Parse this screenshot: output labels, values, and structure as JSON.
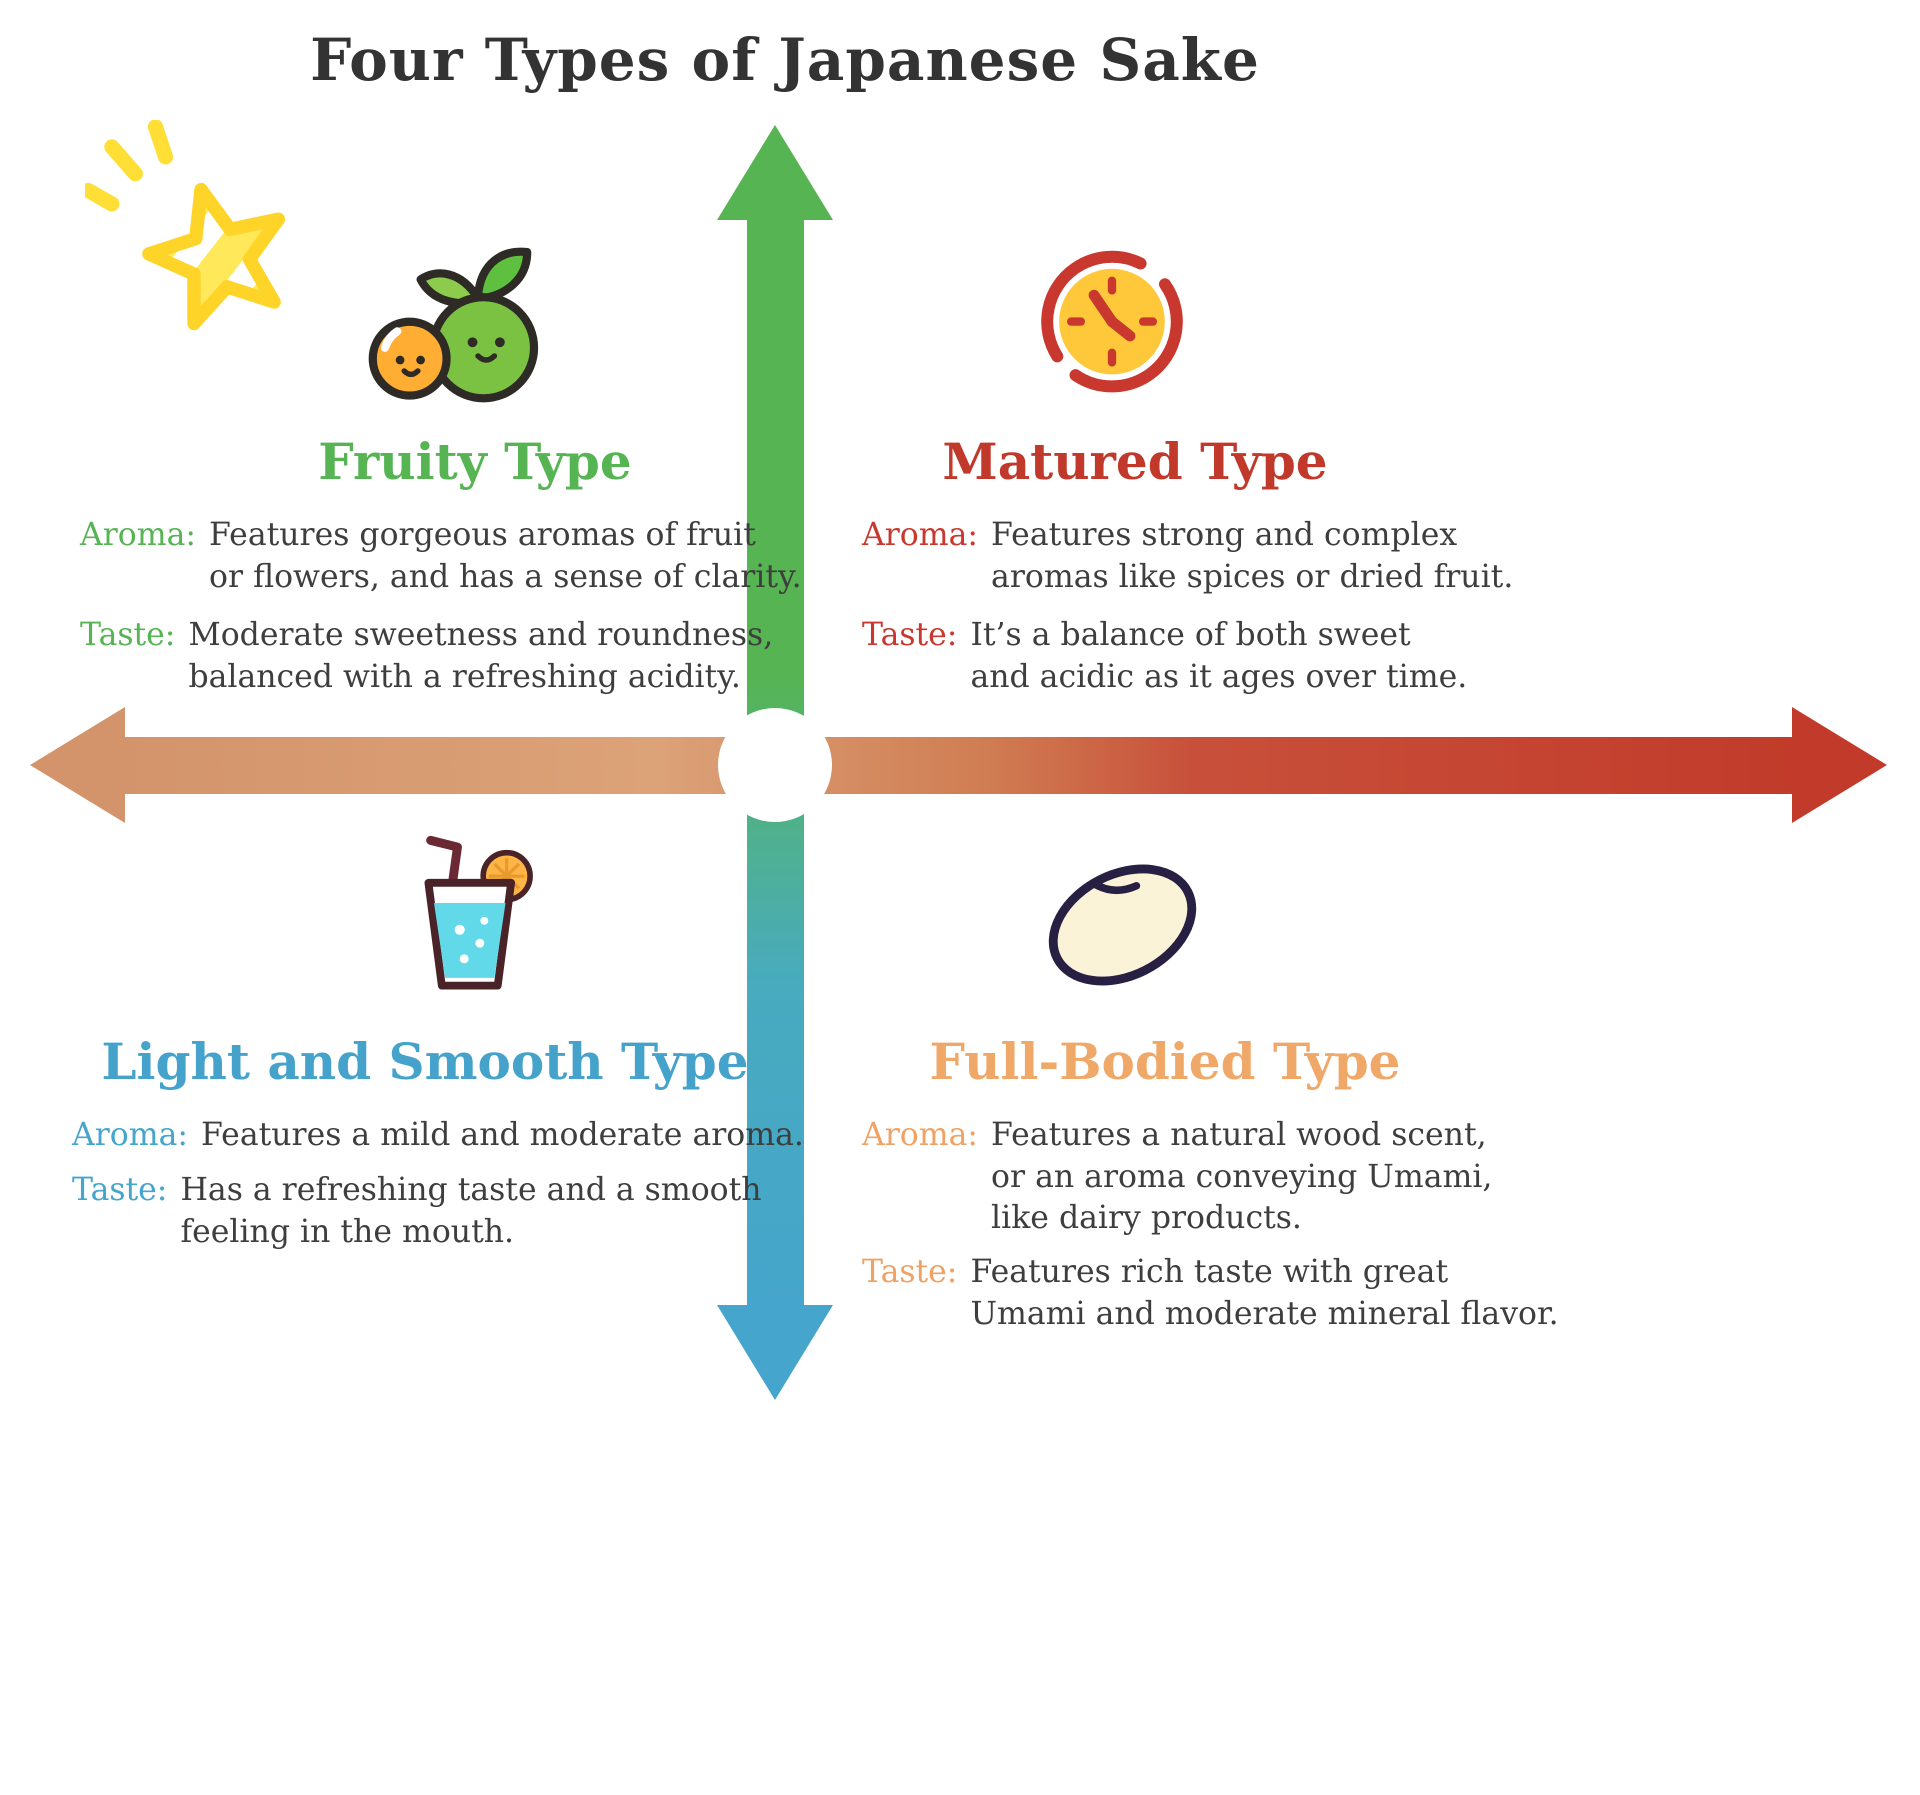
{
  "title": "Four Types of Japanese Sake",
  "colors": {
    "green": "#56B453",
    "red": "#C0392B",
    "blue": "#45A5CC",
    "orange": "#F0A868",
    "tan": "#D3946B",
    "body_text": "#3E3E3E"
  },
  "icons": {
    "fruity": [
      "sparkle-star-icon",
      "fruit-icon"
    ],
    "matured": "clock-icon",
    "light_smooth": "drink-glass-icon",
    "full_bodied": "rice-grain-icon"
  },
  "quadrants": {
    "fruity": {
      "title": "Fruity Type",
      "aroma_label": "Aroma:",
      "aroma": "Features gorgeous aromas of fruit\nor flowers, and has a sense of clarity.",
      "taste_label": "Taste:",
      "taste": "Moderate sweetness and roundness,\nbalanced with a refreshing acidity."
    },
    "matured": {
      "title": "Matured Type",
      "aroma_label": "Aroma:",
      "aroma": "Features strong and complex\naromas like spices or dried fruit.",
      "taste_label": "Taste:",
      "taste": "It’s a balance of both sweet\nand acidic as it ages over time."
    },
    "light_smooth": {
      "title": "Light and Smooth Type",
      "aroma_label": "Aroma:",
      "aroma": "Features a mild and moderate aroma.",
      "taste_label": "Taste:",
      "taste": "Has a refreshing taste and a smooth\nfeeling in the mouth."
    },
    "full_bodied": {
      "title": "Full-Bodied Type",
      "aroma_label": "Aroma:",
      "aroma": "Features a natural wood scent,\nor an aroma conveying Umami,\nlike dairy products.",
      "taste_label": "Taste:",
      "taste": "Features rich taste with great\nUmami and moderate mineral flavor."
    }
  }
}
